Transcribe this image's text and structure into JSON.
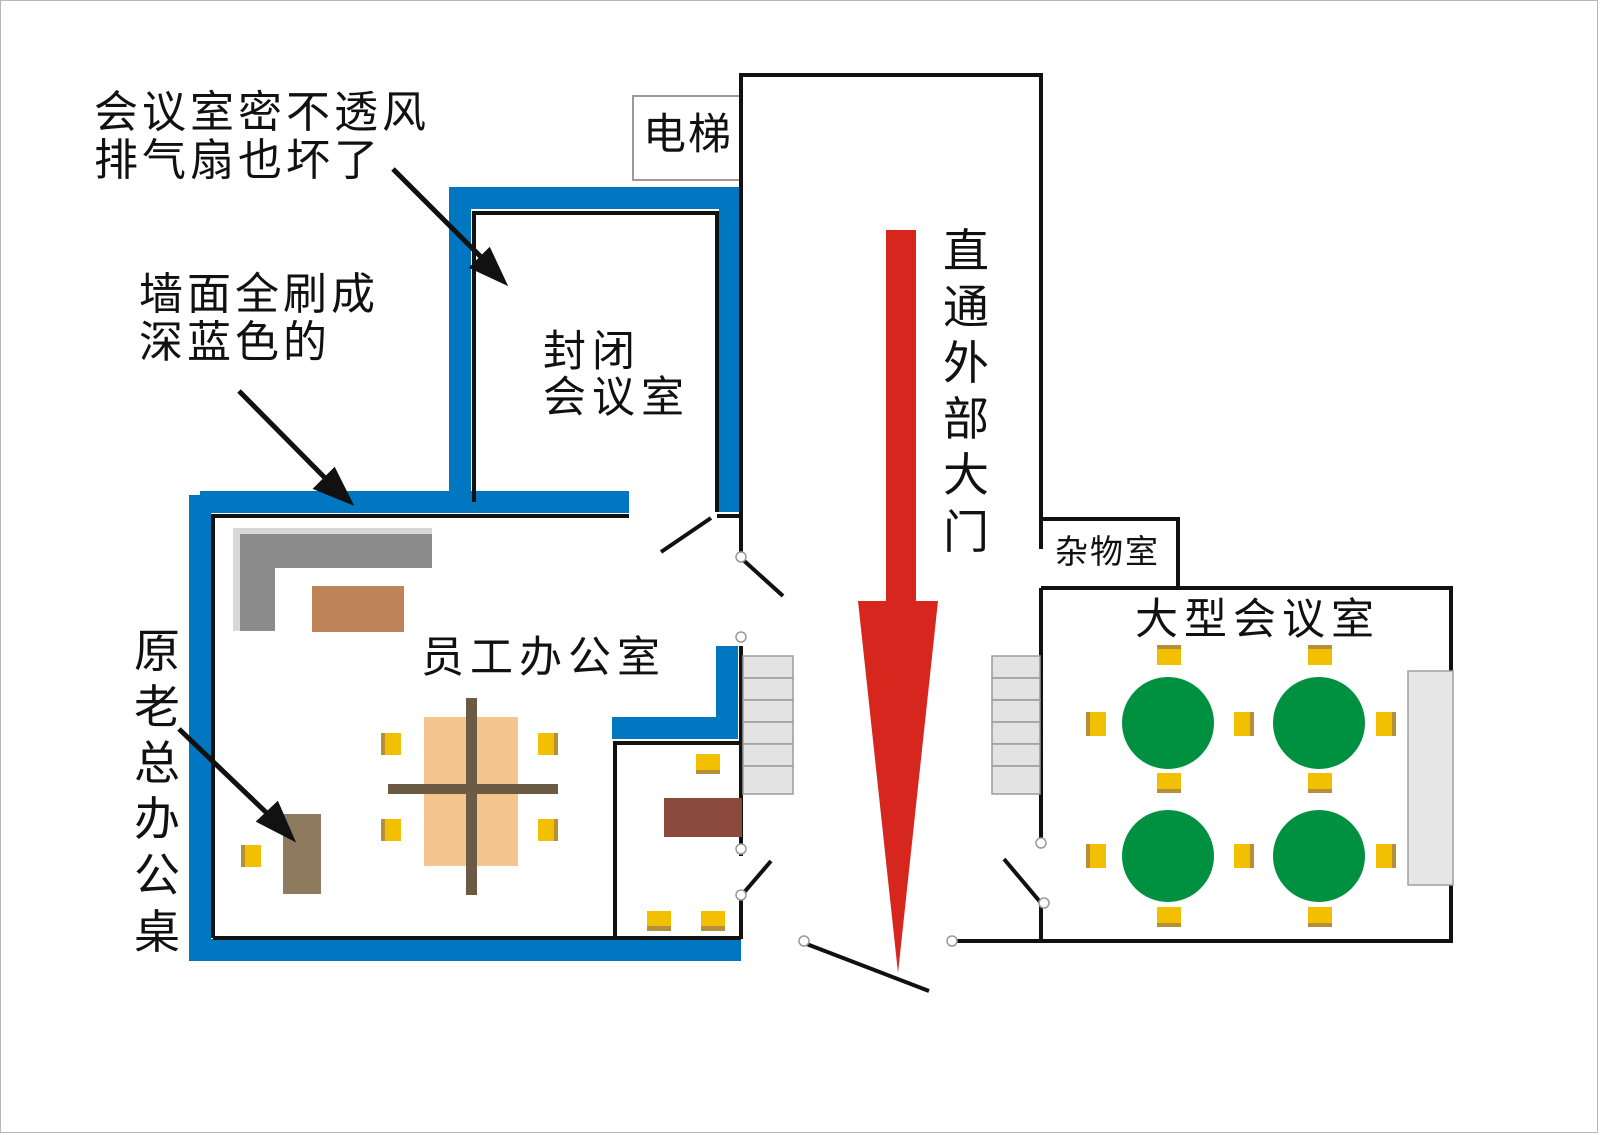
{
  "annotations": {
    "meeting_room_airtight": "会议室密不透风\n排气扇也坏了",
    "walls_painted_blue": "墙面全刷成\n深蓝色的",
    "old_boss_desk": "原老总办公桌"
  },
  "rooms": {
    "elevator": "电梯",
    "closed_meeting_room": "封闭\n会议室",
    "exit_corridor": "直通外部大门",
    "storage_room": "杂物室",
    "large_meeting_room": "大型会议室",
    "staff_office": "员工办公室"
  },
  "colors": {
    "blue_wall": "#0077c0",
    "black_wall": "#111111",
    "red_arrow": "#d7261e",
    "round_table": "#009140",
    "chair": "#f2c000",
    "chair_shade": "#b58f3a",
    "cabinet": "#8c8c8c",
    "side_table": "#bf835a",
    "work_table": "#f5c590",
    "table_cross": "#6b5b45",
    "boss_desk": "#8e7a5f",
    "reception_desk": "#8b4a3c",
    "stairs": "#e3e3e3"
  }
}
